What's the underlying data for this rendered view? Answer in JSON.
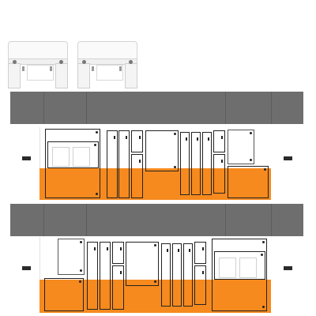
{
  "colors": {
    "background": "#ffffff",
    "wall_strip": "#6e6e6e",
    "orange_base": "#f68a1e",
    "cabinet_line": "#222222",
    "furniture": "#fafafa"
  },
  "furniture_views": [
    {
      "name": "desk-view-left"
    },
    {
      "name": "desk-view-right"
    }
  ],
  "elevations": [
    {
      "name": "elevation-upper"
    },
    {
      "name": "elevation-lower"
    }
  ]
}
